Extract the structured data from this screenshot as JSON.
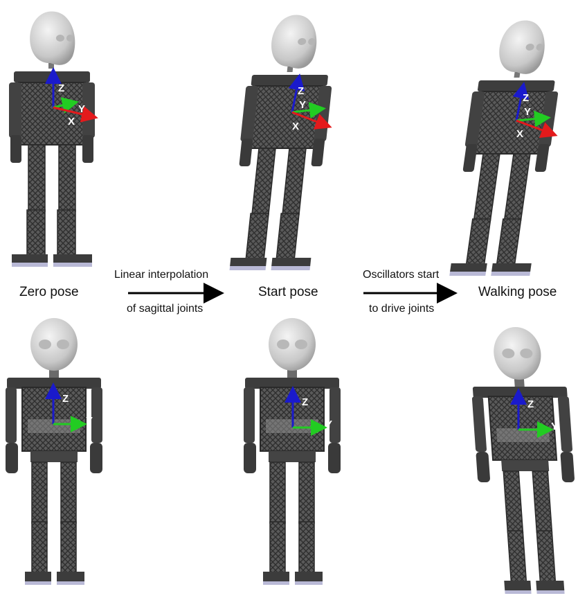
{
  "captions": {
    "zero_pose": "Zero pose",
    "start_pose": "Start pose",
    "walking_pose": "Walking pose"
  },
  "transitions": {
    "first": {
      "line1": "Linear interpolation",
      "line2": "of sagittal joints"
    },
    "second": {
      "line1": "Oscillators start",
      "line2": "to drive joints"
    }
  },
  "axes": {
    "x": "X",
    "y": "Y",
    "z": "Z"
  },
  "colors": {
    "x_axis": "#e41a1c",
    "y_axis": "#22cc22",
    "z_axis": "#1a1acc",
    "robot_frame": "#4a4a4a",
    "robot_head": "#cfcfcf",
    "foot_pad": "#b9b9d6"
  }
}
